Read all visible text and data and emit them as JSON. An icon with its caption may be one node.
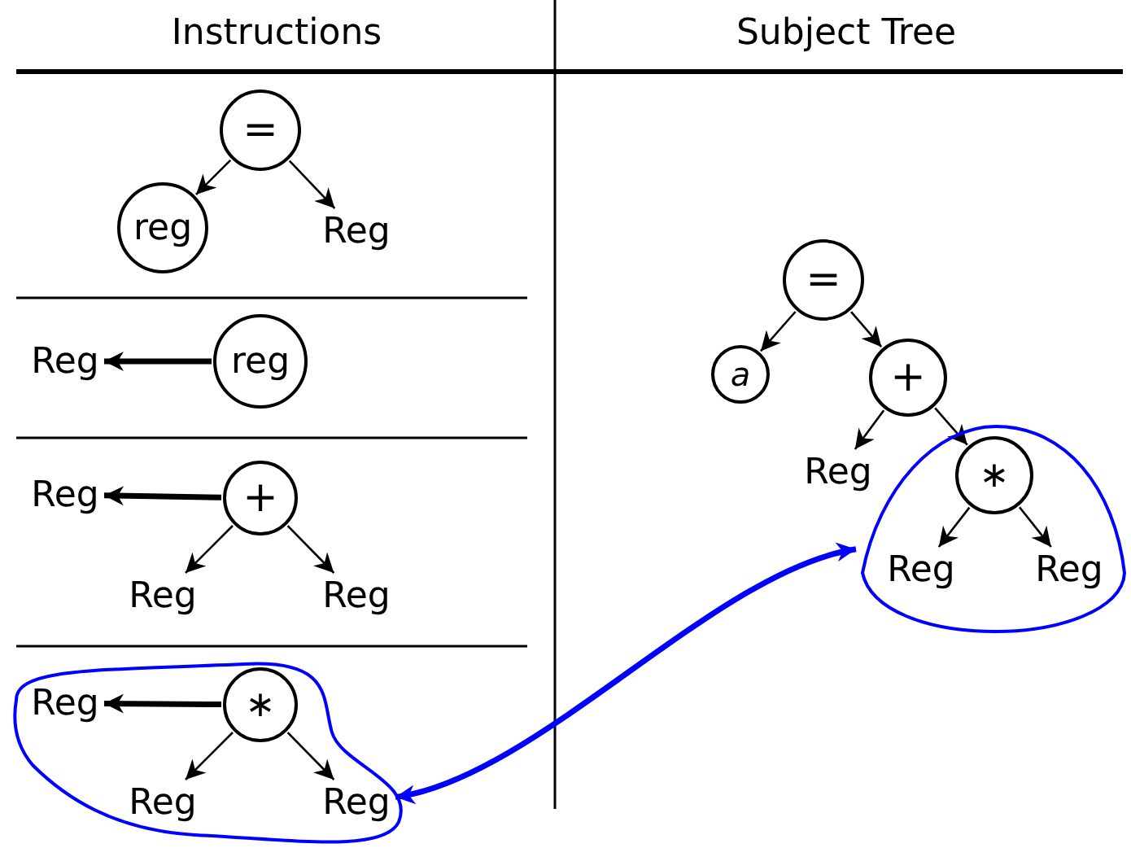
{
  "diagram": {
    "nodes": [
      {
        "text": [
          "="
        ]
      },
      {
        "text": [
          "reg"
        ]
      },
      {
        "text": [
          "Reg"
        ]
      },
      {
        "text": [
          "Reg"
        ]
      },
      {
        "text": [
          "reg"
        ]
      },
      {
        "text": [
          "Reg"
        ]
      },
      {
        "text": [
          "+"
        ]
      },
      {
        "text": [
          "Reg"
        ]
      },
      {
        "text": [
          "Reg"
        ]
      },
      {
        "text": [],
        "shape": "cloud"
      },
      {
        "text": [
          "Reg"
        ],
        "in": 9
      },
      {
        "text": [
          "∗"
        ],
        "in": 9
      },
      {
        "text": [
          "Reg"
        ],
        "in": 9
      },
      {
        "text": [
          "Reg"
        ],
        "in": 9
      },
      {
        "text": [
          "="
        ]
      },
      {
        "text": [
          "a"
        ]
      },
      {
        "text": [
          "+"
        ]
      },
      {
        "text": [
          "Reg"
        ]
      },
      {
        "text": [],
        "shape": "cloud"
      },
      {
        "text": [
          "∗"
        ],
        "in": 18
      },
      {
        "text": [
          "Reg"
        ],
        "in": 18
      },
      {
        "text": [
          "Reg"
        ],
        "in": 18
      }
    ],
    "edges": [
      {
        "from": 0,
        "to": 1,
        "arrow": "to"
      },
      {
        "from": 0,
        "to": 2,
        "arrow": "to"
      },
      {
        "from": 4,
        "to": 3,
        "arrow": "to",
        "style": "thick"
      },
      {
        "from": 6,
        "to": 5,
        "arrow": "to",
        "style": "thick"
      },
      {
        "from": 6,
        "to": 7,
        "arrow": "to"
      },
      {
        "from": 6,
        "to": 8,
        "arrow": "to"
      },
      {
        "from": 11,
        "to": 10,
        "arrow": "to",
        "style": "thick"
      },
      {
        "from": 11,
        "to": 12,
        "arrow": "to"
      },
      {
        "from": 11,
        "to": 13,
        "arrow": "to"
      },
      {
        "from": 14,
        "to": 15,
        "arrow": "to"
      },
      {
        "from": 14,
        "to": 16,
        "arrow": "to"
      },
      {
        "from": 16,
        "to": 17,
        "arrow": "to"
      },
      {
        "from": 16,
        "to": 19,
        "arrow": "to"
      },
      {
        "from": 19,
        "to": 20,
        "arrow": "to"
      },
      {
        "from": 19,
        "to": 21,
        "arrow": "to"
      },
      {
        "from": 13,
        "to": 18,
        "arrow": "both",
        "style": "thick",
        "color": "#0000ff"
      }
    ],
    "labels": [
      "Instructions",
      "Subject Tree"
    ]
  }
}
